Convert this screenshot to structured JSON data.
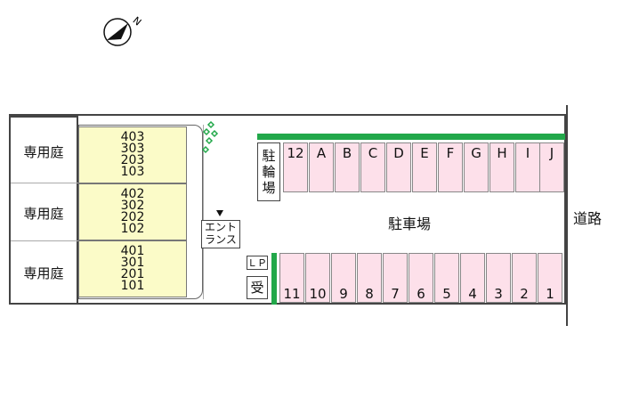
{
  "colors": {
    "garden_unit": "#fbfbc8",
    "parking_slot": "#fde0ea",
    "green_strip": "#22a84a"
  },
  "icons": {
    "compass": "north-compass-icon",
    "shrub": "shrub-icon",
    "entrance_marker": "triangle-down-icon"
  },
  "compass_label": "N",
  "gardens": [
    "専用庭",
    "専用庭",
    "専用庭"
  ],
  "units": [
    [
      "403",
      "303",
      "203",
      "103"
    ],
    [
      "402",
      "302",
      "202",
      "102"
    ],
    [
      "401",
      "301",
      "201",
      "101"
    ]
  ],
  "entrance": {
    "line1": "エント",
    "line2": "ランス"
  },
  "bicycle_parking": [
    "駐",
    "輪",
    "場"
  ],
  "parking_top": [
    "12",
    "A",
    "B",
    "C",
    "D",
    "E",
    "F",
    "G",
    "H",
    "I",
    "J"
  ],
  "parking_bottom": [
    "11",
    "10",
    "9",
    "8",
    "7",
    "6",
    "5",
    "4",
    "3",
    "2",
    "1"
  ],
  "lp_label": "ＬＰ",
  "uke_label": "受",
  "parking_label": "駐車場",
  "road_label": "道路"
}
